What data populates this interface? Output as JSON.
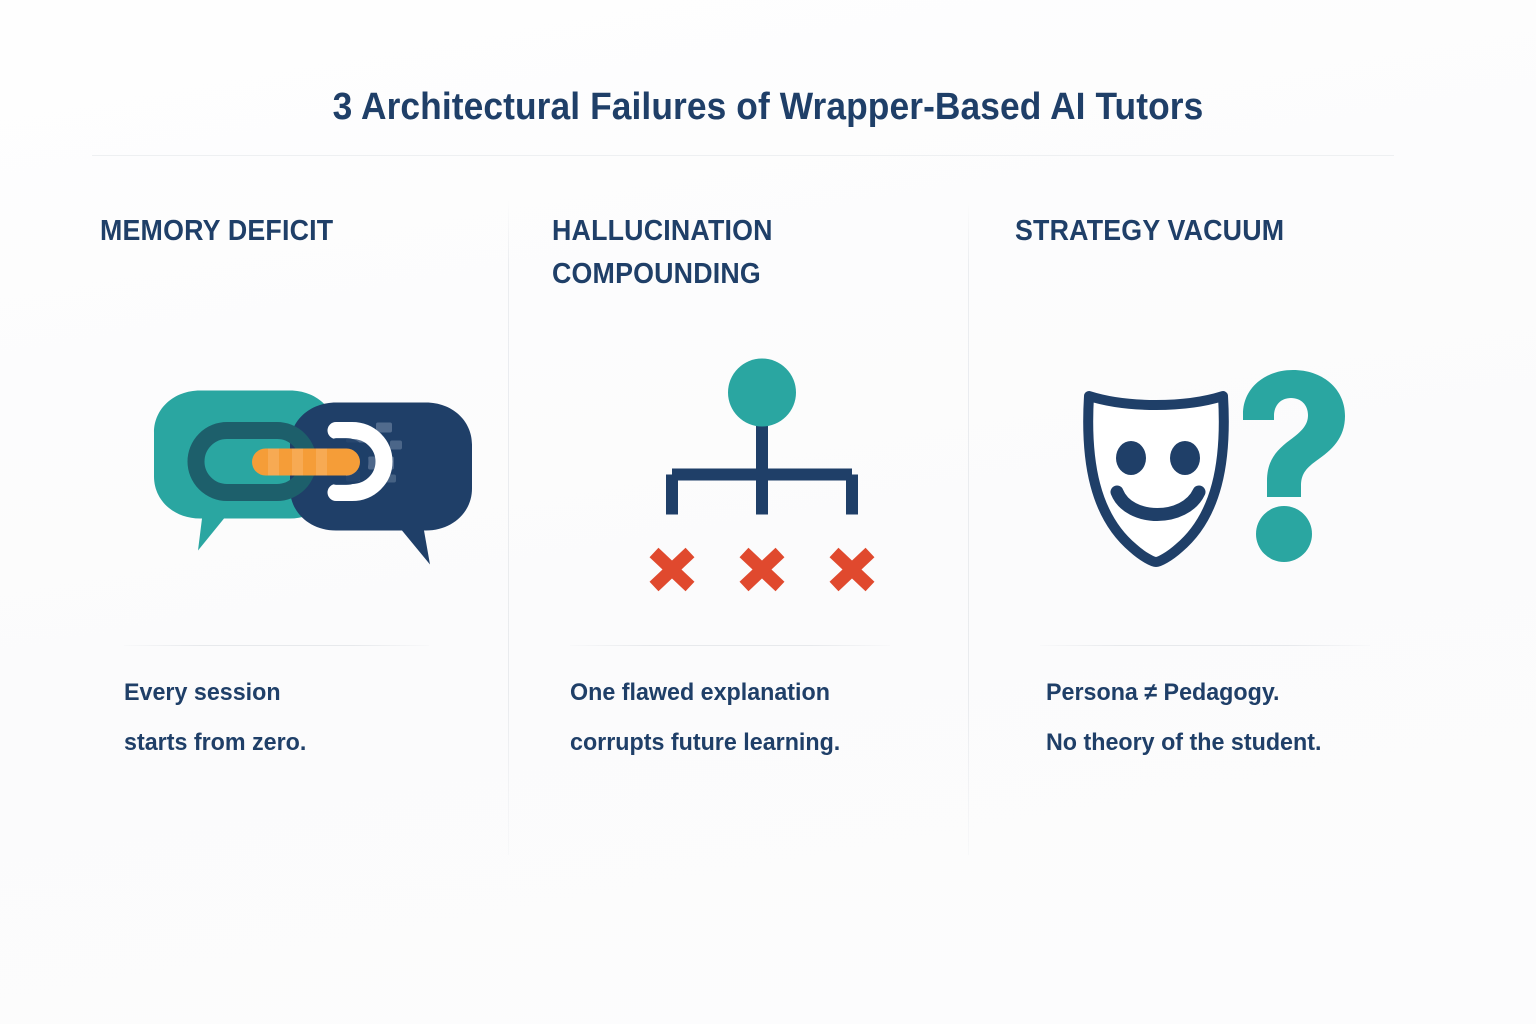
{
  "title": "3 Architectural Failures of Wrapper-Based AI Tutors",
  "colors": {
    "navy": "#1f3f68",
    "navy_deep": "#21406b",
    "teal": "#26a5a2",
    "teal_dark": "#1d6a70",
    "orange": "#f5a03c",
    "red": "#e0492e",
    "background": "#fdfdfe",
    "divider": "#ebedf0"
  },
  "columns": [
    {
      "id": "memory-deficit",
      "heading_lines": [
        "MEMORY DEFICIT"
      ],
      "icon": "broken-chain-speech-bubbles-icon",
      "caption_lines": [
        "Every session",
        "starts from zero."
      ]
    },
    {
      "id": "hallucination-compounding",
      "heading_lines": [
        "HALLUCINATION",
        "COMPOUNDING"
      ],
      "icon": "error-tree-icon",
      "caption_lines": [
        "One flawed explanation",
        "corrupts future learning."
      ]
    },
    {
      "id": "strategy-vacuum",
      "heading_lines": [
        "STRATEGY VACUUM"
      ],
      "icon": "theater-mask-question-icon",
      "caption_lines": [
        "Persona ≠ Pedagogy.",
        "No theory of the student."
      ]
    }
  ]
}
